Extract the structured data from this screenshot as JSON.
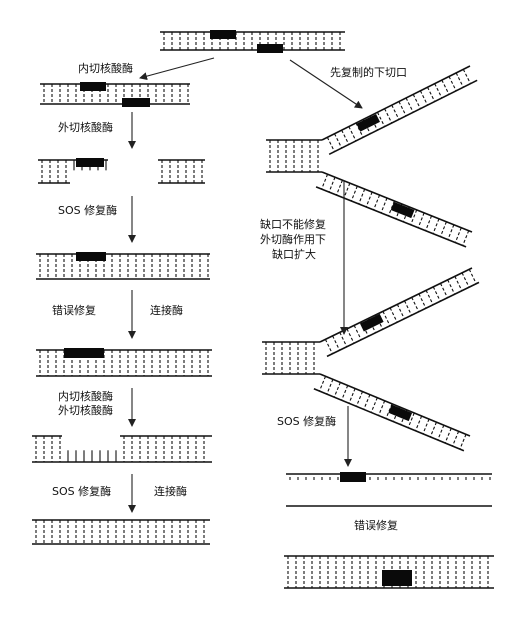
{
  "labels": {
    "endonuclease_top": "内切核酸酶",
    "exonuclease_left": "外切核酸酶",
    "sos_left_1": "SOS 修复酶",
    "mismatch_left": "错误修复",
    "ligase_left_1": "连接酶",
    "endo_exo_line1": "内切核酸酶",
    "endo_exo_line2": "外切核酸酶",
    "sos_left_2": "SOS 修复酶",
    "ligase_left_2": "连接酶",
    "replication_fork": "先复制的下切口",
    "gap_line1": "缺口不能修复",
    "gap_line2": "外切酶作用下",
    "gap_line3": "缺口扩大",
    "sos_right": "SOS 修复酶",
    "mismatch_right": "错误修复"
  },
  "colors": {
    "ink": "#111111",
    "lesion": "#0a0a0a",
    "background": "#ffffff"
  }
}
